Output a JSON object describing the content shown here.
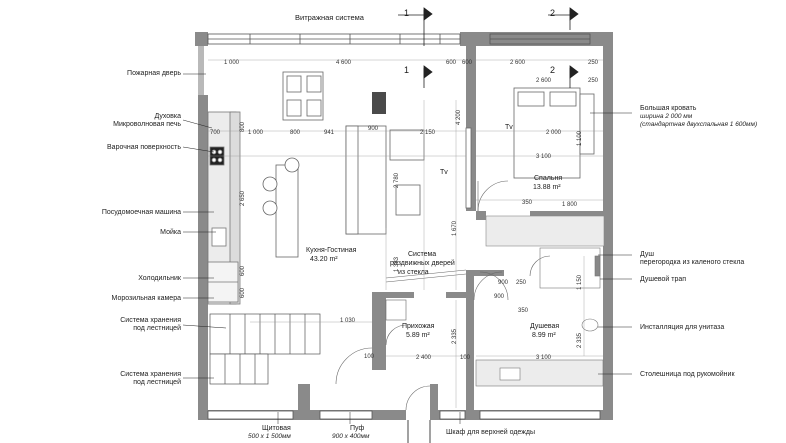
{
  "rooms": {
    "kitchen": {
      "name": "Кухня-Гостиная",
      "area": "43.20 m²"
    },
    "bedroom": {
      "name": "Спальня",
      "area": "13.88 m²"
    },
    "hall": {
      "name": "Прихожая",
      "area": "5.89 m²"
    },
    "shower_room": {
      "name": "Душевая",
      "area": "8.99 m²"
    },
    "sliding": {
      "line1": "Система",
      "line2": "раздвижных дверей",
      "line3": "из стекла"
    }
  },
  "left_labels": {
    "fire_door": "Пожарная дверь",
    "oven1": "Духовка",
    "oven2": "Микроволновая печь",
    "hob": "Варочная поверхность",
    "dishwasher": "Посудомоечная машина",
    "sink": "Мойка",
    "fridge": "Холодильник",
    "freezer": "Морозильная камера",
    "storage1a": "Система хранения",
    "storage1b": "под лестницей",
    "storage2a": "Система хранения",
    "storage2b": "под лестницей"
  },
  "right_labels": {
    "bed1": "Большая кровать",
    "bed2": "ширина 2 000 мм",
    "bed3": "(стандартная двухспальная 1 600мм)",
    "shower1": "Душ",
    "shower2": "перегородка из каленого стекла",
    "drain": "Душевой трап",
    "toilet": "Инсталляция для унитаза",
    "counter": "Столешница под рукомойник"
  },
  "top_labels": {
    "glazing": "Витражная система",
    "section1": "1",
    "section2": "2"
  },
  "bottom_labels": {
    "panel1": "Щитовая",
    "panel2": "500 х 1 500мм",
    "pouf1": "Пуф",
    "pouf2": "900 х 400мм",
    "wardrobe": "Шкаф для верхней одежды"
  },
  "tv": {
    "tv1": "Tv",
    "tv2": "Tv"
  },
  "dims": {
    "d1000a": "1 000",
    "d4600": "4 600",
    "d600a": "600",
    "d600b": "600",
    "d2600a": "2 600",
    "d250a": "250",
    "d2600b": "2 600",
    "d250b": "250",
    "d700": "700",
    "d1000b": "1 000",
    "d800": "800",
    "d941": "941",
    "d900a": "900",
    "d2150": "2 150",
    "d4200": "4 200",
    "d2000": "2 000",
    "d3100a": "3 100",
    "d1100": "1 100",
    "d2650": "2 650",
    "d2780": "2 780",
    "d350a": "350",
    "d1800": "1 800",
    "d1670": "1 670",
    "d1383": "1 383",
    "d900b": "900",
    "d250c": "250",
    "d900c": "900",
    "d350b": "350",
    "d1150": "1 150",
    "d1030": "1 030",
    "d100a": "100",
    "d2335": "2 335",
    "d2335b": "2 335",
    "d2400": "2 400",
    "d100b": "100",
    "d3100b": "3 100",
    "d800b": "800",
    "d600c": "600",
    "d600d": "600"
  }
}
